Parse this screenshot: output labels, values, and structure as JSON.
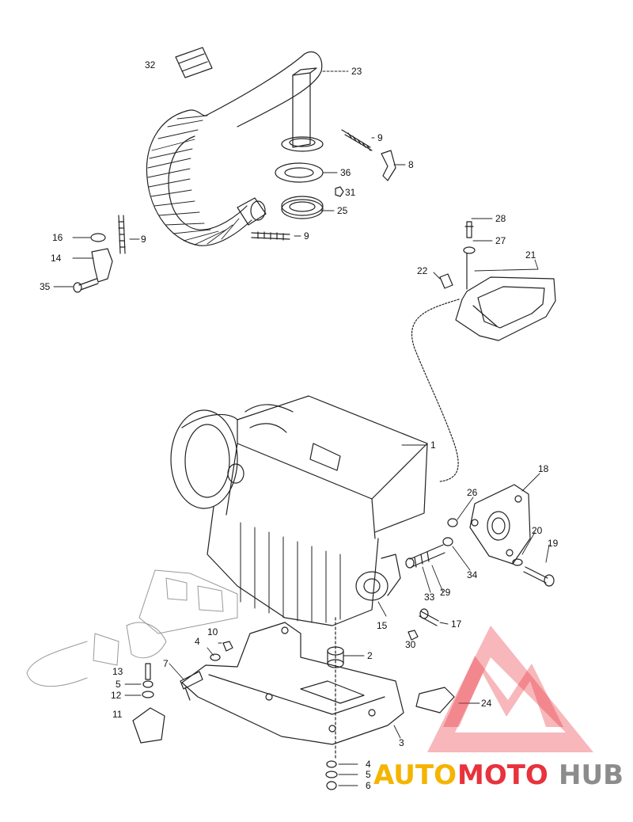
{
  "diagram": {
    "labels": [
      {
        "id": "p32",
        "text": "32"
      },
      {
        "id": "p23",
        "text": "23"
      },
      {
        "id": "p9a",
        "text": "9"
      },
      {
        "id": "p8",
        "text": "8"
      },
      {
        "id": "p36",
        "text": "36"
      },
      {
        "id": "p31",
        "text": "31"
      },
      {
        "id": "p25",
        "text": "25"
      },
      {
        "id": "p28",
        "text": "28"
      },
      {
        "id": "p27",
        "text": "27"
      },
      {
        "id": "p21",
        "text": "21"
      },
      {
        "id": "p22",
        "text": "22"
      },
      {
        "id": "p16",
        "text": "16"
      },
      {
        "id": "p9b",
        "text": "9"
      },
      {
        "id": "p9c",
        "text": "9"
      },
      {
        "id": "p14",
        "text": "14"
      },
      {
        "id": "p35",
        "text": "35"
      },
      {
        "id": "p1",
        "text": "1"
      },
      {
        "id": "p18",
        "text": "18"
      },
      {
        "id": "p26",
        "text": "26"
      },
      {
        "id": "p20",
        "text": "20"
      },
      {
        "id": "p19",
        "text": "19"
      },
      {
        "id": "p34",
        "text": "34"
      },
      {
        "id": "p33",
        "text": "33"
      },
      {
        "id": "p29",
        "text": "29"
      },
      {
        "id": "p15",
        "text": "15"
      },
      {
        "id": "p17",
        "text": "17"
      },
      {
        "id": "p30",
        "text": "30"
      },
      {
        "id": "p10",
        "text": "10"
      },
      {
        "id": "p4a",
        "text": "4"
      },
      {
        "id": "p2",
        "text": "2"
      },
      {
        "id": "p7",
        "text": "7"
      },
      {
        "id": "p13",
        "text": "13"
      },
      {
        "id": "p5a",
        "text": "5"
      },
      {
        "id": "p12",
        "text": "12"
      },
      {
        "id": "p11",
        "text": "11"
      },
      {
        "id": "p24",
        "text": "24"
      },
      {
        "id": "p3",
        "text": "3"
      },
      {
        "id": "p4b",
        "text": "4"
      },
      {
        "id": "p5b",
        "text": "5"
      },
      {
        "id": "p6",
        "text": "6"
      }
    ]
  },
  "watermark": {
    "text_a": "AUTO",
    "text_b": "MOTO",
    "text_c": "HUB",
    "color_a": "#f5b400",
    "color_b": "#e8323c",
    "color_c": "#8c8c8c",
    "logo_color": "#e8323c"
  }
}
